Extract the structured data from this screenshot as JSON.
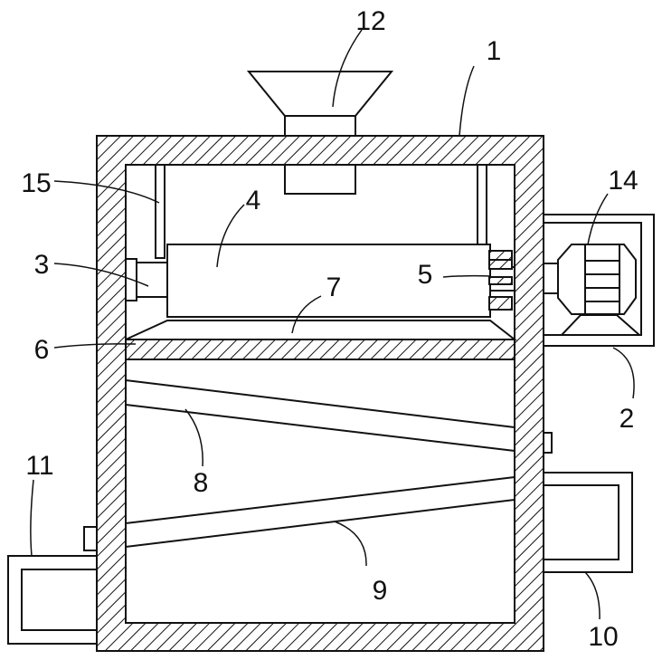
{
  "labels": {
    "l1": "1",
    "l2": "2",
    "l3": "3",
    "l4": "4",
    "l5": "5",
    "l6": "6",
    "l7": "7",
    "l8": "8",
    "l9": "9",
    "l10": "10",
    "l11": "11",
    "l12": "12",
    "l14": "14",
    "l15": "15"
  },
  "colors": {
    "line": "#111111",
    "background": "#ffffff"
  }
}
